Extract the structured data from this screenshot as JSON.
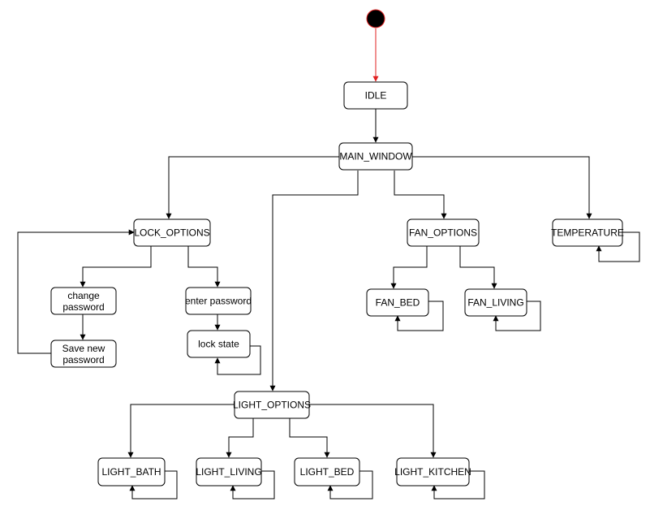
{
  "colors": {
    "initial_node": "#000000",
    "initial_node_outline": "#e02020",
    "initial_transition": "#e02020",
    "state_fill": "#ffffff",
    "state_border": "#000000",
    "transition": "#000000"
  },
  "states": {
    "idle": "IDLE",
    "main_window": "MAIN_WINDOW",
    "lock_options": "LOCK_OPTIONS",
    "fan_options": "FAN_OPTIONS",
    "temperature": "TEMPERATURE",
    "change_password": [
      "change",
      "password"
    ],
    "save_new_password": [
      "Save new",
      "password"
    ],
    "enter_password": "enter password",
    "lock_state": "lock state",
    "fan_bed": "FAN_BED",
    "fan_living": "FAN_LIVING",
    "light_options": "LIGHT_OPTIONS",
    "light_bath": "LIGHT_BATH",
    "light_living": "LIGHT_LIVING",
    "light_bed": "LIGHT_BED",
    "light_kitchen": "LIGHT_KITCHEN"
  }
}
